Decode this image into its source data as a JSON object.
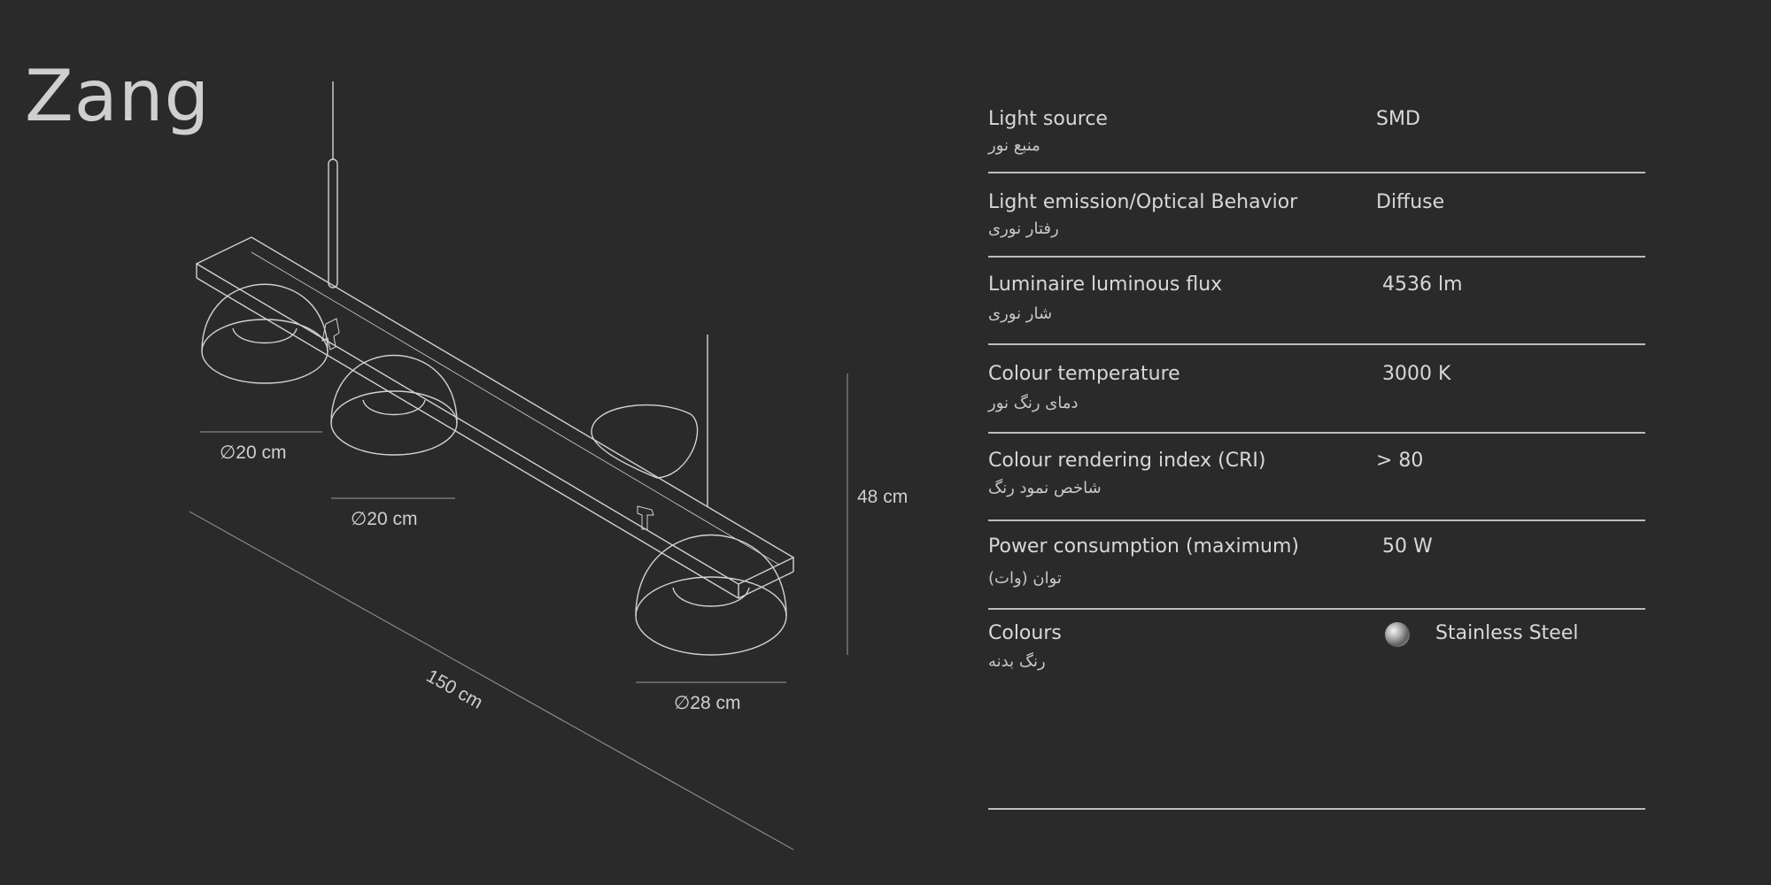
{
  "product": {
    "name": "Zang"
  },
  "dimensions": {
    "shade_small_1": "∅20 cm",
    "shade_small_2": "∅20 cm",
    "shade_large": "∅28 cm",
    "length": "150 cm",
    "height": "48 cm"
  },
  "specs": [
    {
      "label": "Light source",
      "label_fa": "منبع نور",
      "value": "SMD"
    },
    {
      "label": "Light emission/Optical Behavior",
      "label_fa": "رفتار نوری",
      "value": "Diffuse"
    },
    {
      "label": "Luminaire luminous flux",
      "label_fa": "شار نوری",
      "value": "4536 lm"
    },
    {
      "label": "Colour temperature",
      "label_fa": "دمای رنگ نور",
      "value": "3000 K"
    },
    {
      "label": "Colour rendering index (CRI)",
      "label_fa": "شاخص نمود رنگ",
      "value": "> 80"
    },
    {
      "label": "Power consumption (maximum)",
      "label_fa": "توان (وات)",
      "value": "50 W"
    },
    {
      "label": "Colours",
      "label_fa": "رنگ بدنه",
      "value": "Stainless Steel",
      "swatch_icon": "stainless-steel-swatch-icon"
    }
  ],
  "colors": {
    "background": "#2a2a2a",
    "text": "#d6d6d6",
    "line": "#bdbdbd"
  }
}
